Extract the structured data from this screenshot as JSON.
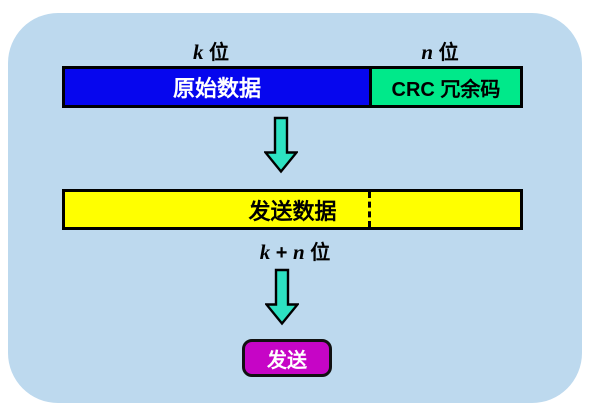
{
  "diagram": {
    "panel_bg": "#BDD9EE",
    "top_labels": {
      "k": {
        "var": "k",
        "unit": " 位"
      },
      "n": {
        "var": "n",
        "unit": " 位"
      }
    },
    "bars": {
      "original": {
        "label": "原始数据",
        "color": "#0606EE",
        "text_color": "#FFFFFF"
      },
      "crc": {
        "label": "CRC 冗余码",
        "color": "#00E98A",
        "text_color": "#000000"
      },
      "send": {
        "label": "发送数据",
        "color": "#FFFF00",
        "text_color": "#000000"
      }
    },
    "mid_label": {
      "var1": "k",
      "plus": " + ",
      "var2": "n",
      "unit": " 位"
    },
    "arrow_color": "#2DE2C2",
    "send_button": {
      "label": "发送",
      "color": "#C605C6",
      "text_color": "#FFFFFF"
    }
  }
}
